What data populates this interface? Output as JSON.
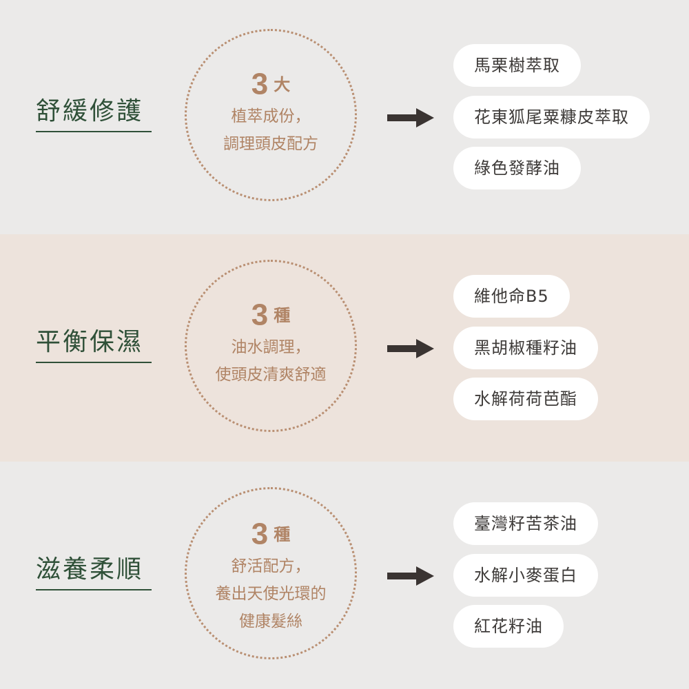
{
  "sections": [
    {
      "title": "舒緩修護",
      "count_number": "3",
      "count_unit": "大",
      "desc_lines": [
        "植萃成份，",
        "調理頭皮配方"
      ],
      "ingredients": [
        "馬栗樹萃取",
        "花東狐尾粟糠皮萃取",
        "綠色發酵油"
      ]
    },
    {
      "title": "平衡保濕",
      "count_number": "3",
      "count_unit": "種",
      "desc_lines": [
        "油水調理，",
        "使頭皮清爽舒適"
      ],
      "ingredients": [
        "維他命B5",
        "黑胡椒種籽油",
        "水解荷荷芭酯"
      ]
    },
    {
      "title": "滋養柔順",
      "count_number": "3",
      "count_unit": "種",
      "desc_lines": [
        "舒活配方，",
        "養出天使光環的",
        "健康髮絲"
      ],
      "ingredients": [
        "臺灣籽苦茶油",
        "水解小麥蛋白",
        "紅花籽油"
      ]
    }
  ],
  "colors": {
    "title_green": "#2f5038",
    "accent_brown": "#b08465",
    "band_gray": "#ebeae9",
    "band_beige": "#ede3dc",
    "arrow": "#3a3432",
    "pill_bg": "#ffffff"
  },
  "icons": {
    "arrow": "arrow-right-icon"
  }
}
